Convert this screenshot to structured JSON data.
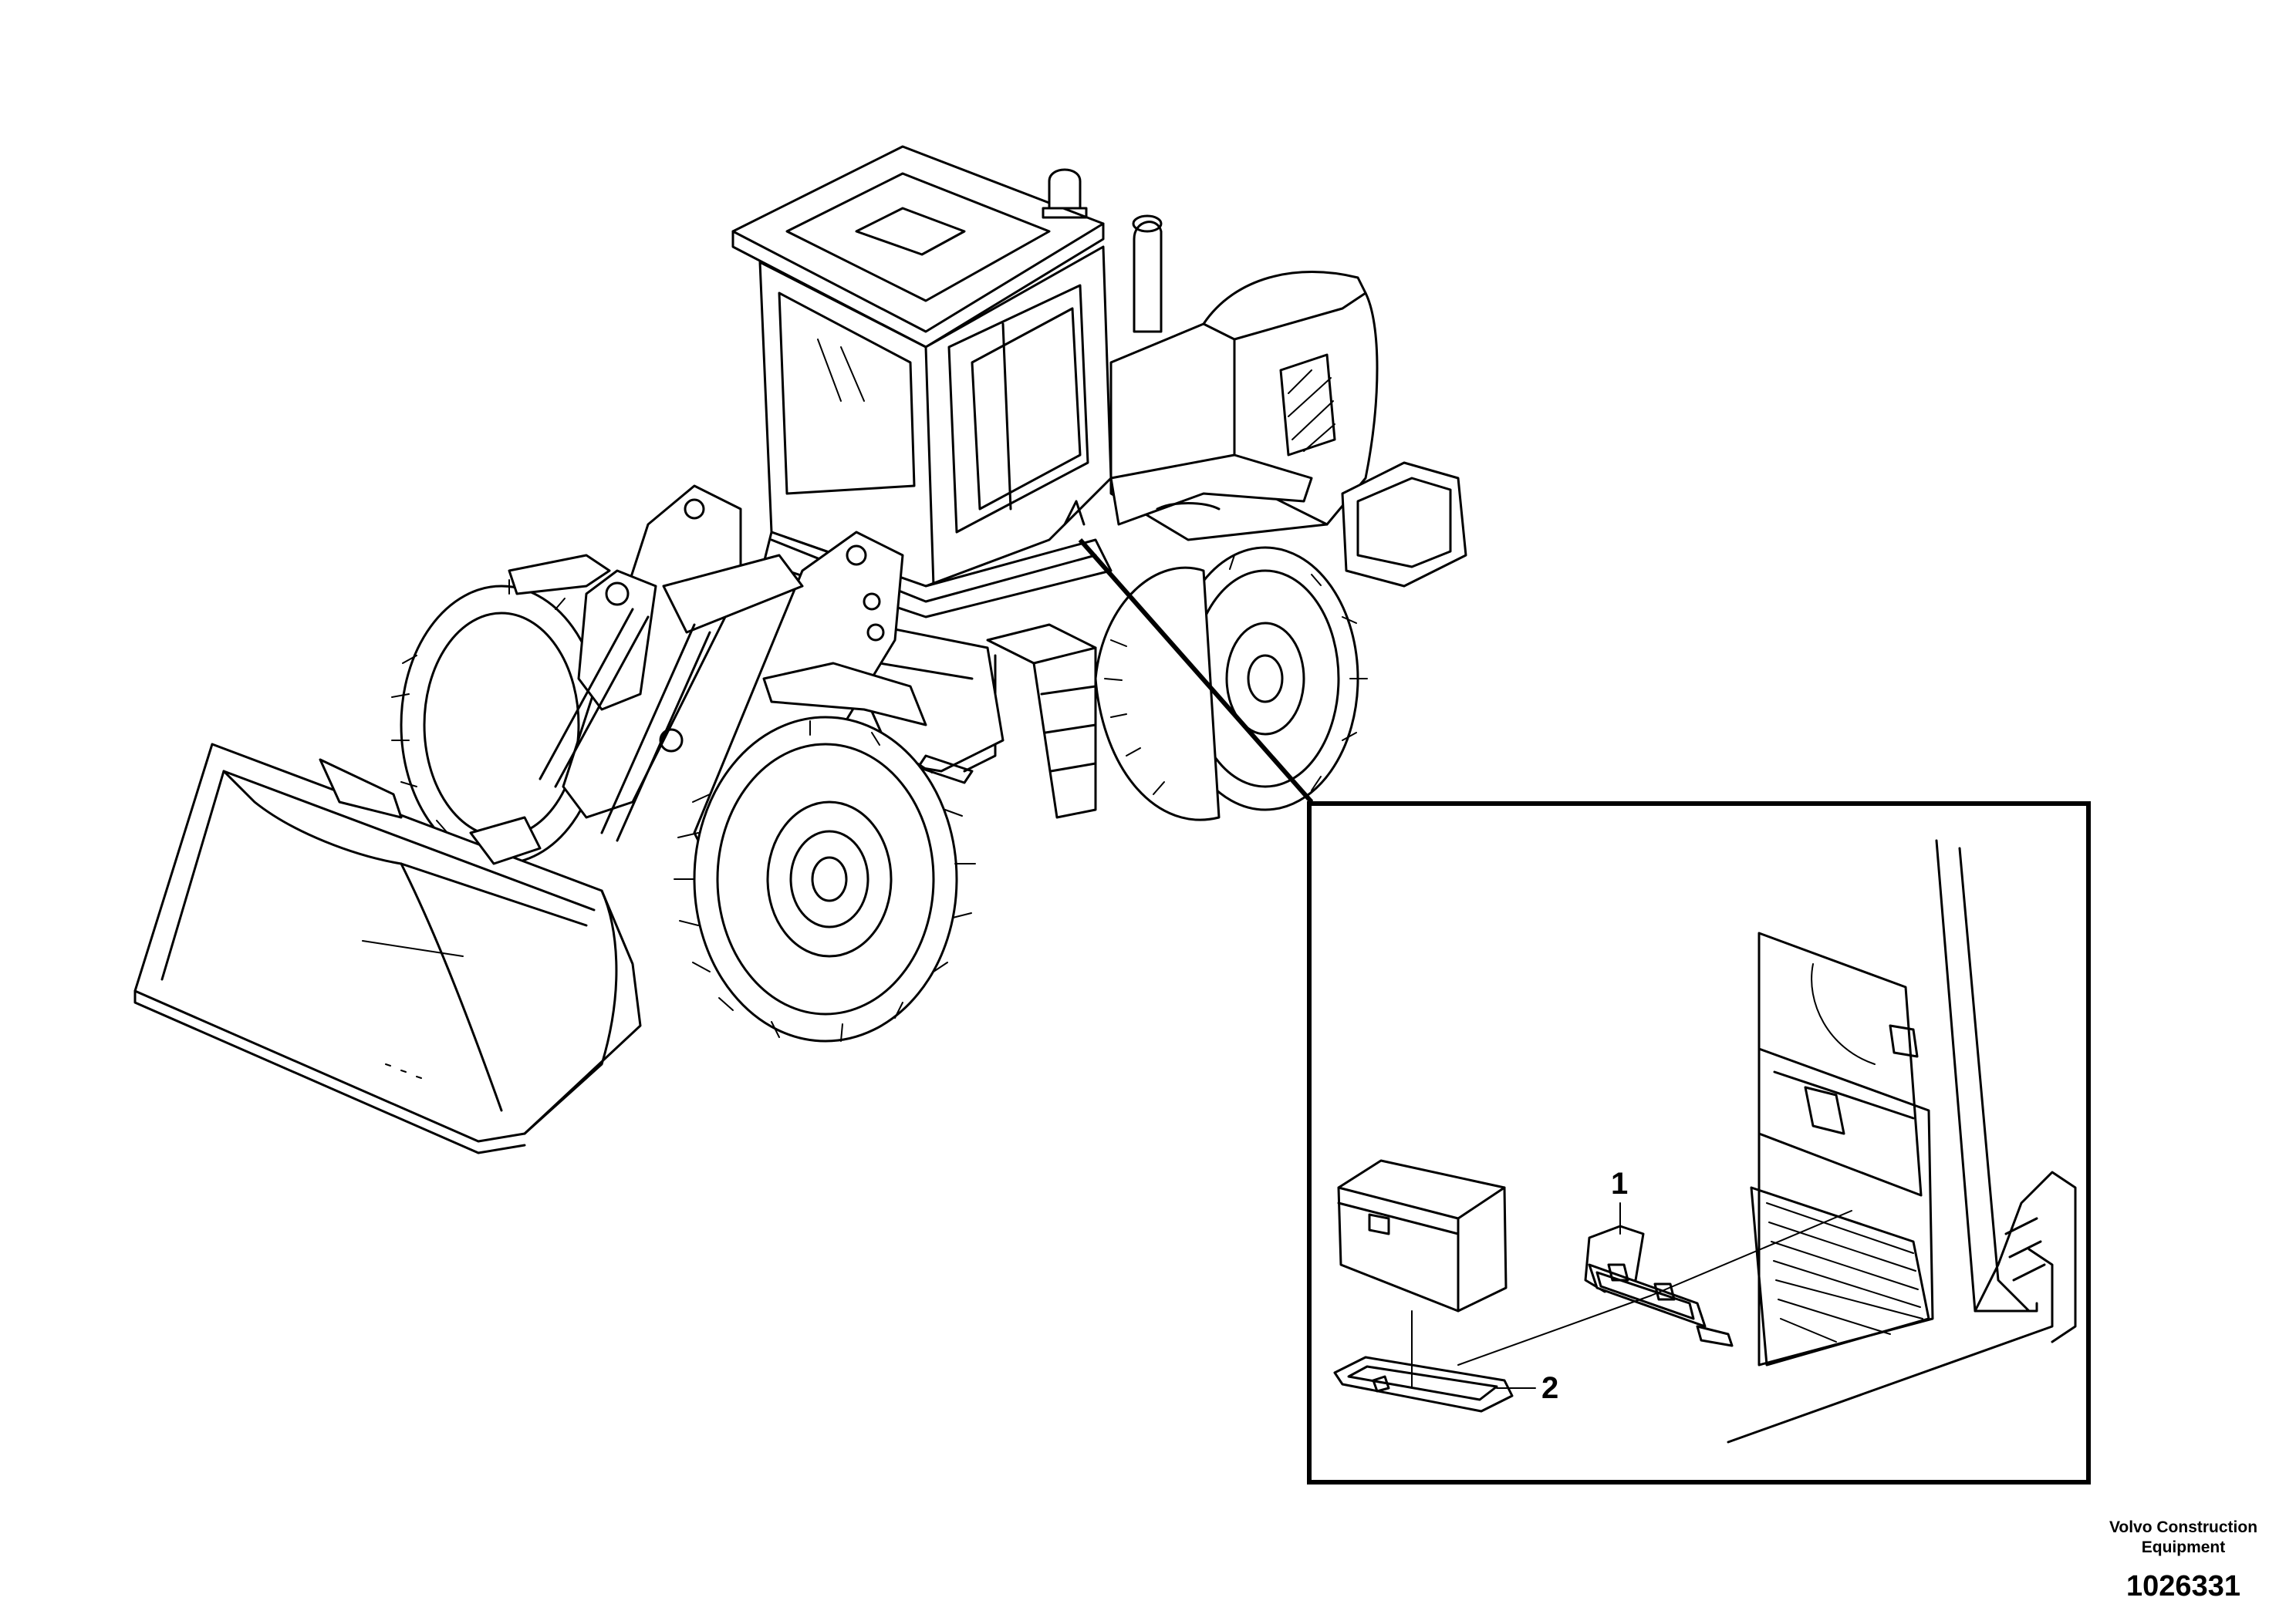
{
  "figure": {
    "company_line1": "Volvo Construction",
    "company_line2": "Equipment",
    "figure_number": "1026331"
  },
  "callouts": [
    {
      "id": "1",
      "label": "1"
    },
    {
      "id": "2",
      "label": "2"
    }
  ]
}
